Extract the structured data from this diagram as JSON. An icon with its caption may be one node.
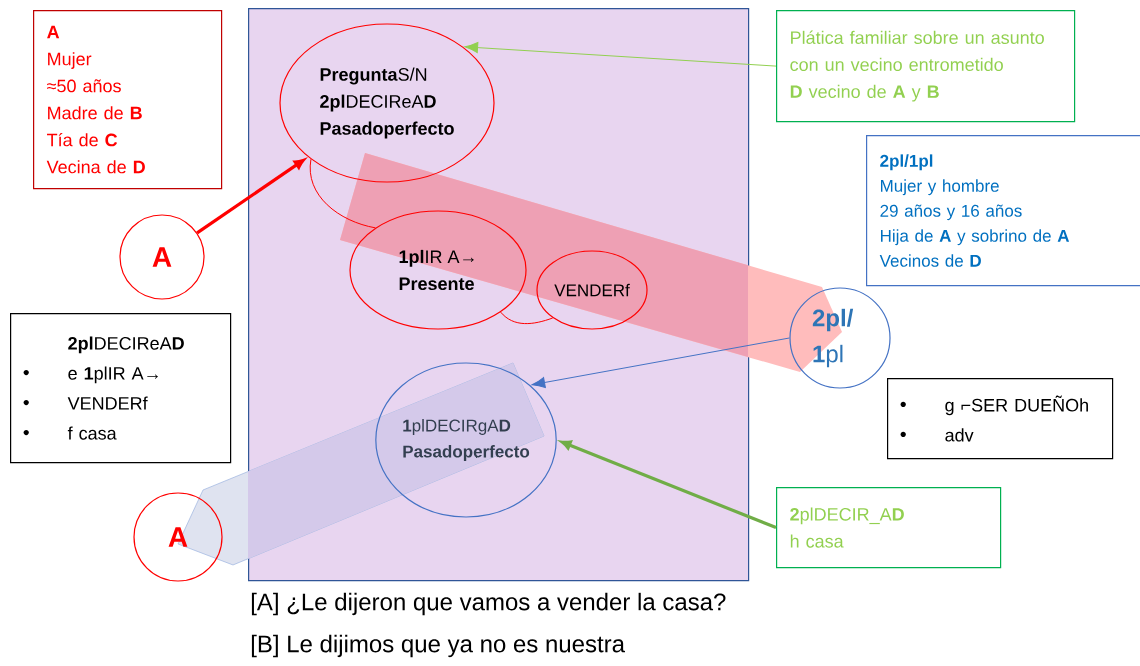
{
  "diagram": {
    "nodes": [
      {
        "text": [
          "A",
          "Mujer",
          "≈50 años",
          "Madre de **B**",
          "Tía de **C**",
          "Vecina de **D**"
        ]
      },
      {
        "text": [
          "A"
        ]
      },
      {
        "text": [],
        "shape": "box"
      },
      {
        "text": [
          "**Pregunta**S/N",
          "**2pl**DECIReA**D**",
          "Pasadoperfecto"
        ],
        "in": 2
      },
      {
        "text": [
          "**1pl**IR A→",
          "Presente"
        ],
        "in": 2
      },
      {
        "text": [
          "VENDERf"
        ],
        "in": 2
      },
      {
        "text": [
          "**1**plDECIRgA**D**",
          "Pasadoperfecto"
        ],
        "in": 2
      },
      {
        "text": [
          "Plática familiar sobre un asunto con un vecino entrometido",
          "**D** vecino de **A** y **B**"
        ]
      },
      {
        "text": [
          "2pl/1pl",
          "Mujer y hombre",
          "29 años y 16 años",
          "Hija de **A** y sobrino de **A**",
          "Vecinos de **D**"
        ]
      },
      {
        "text": [
          "**2pl/** **1**pl"
        ]
      },
      {
        "text": [
          "**2pl**DECIReA**D**",
          "e **1**plIR A→",
          "VENDERf",
          "f casa"
        ]
      },
      {
        "text": [
          "g ⌐SER DUEÑOh",
          "adv"
        ]
      },
      {
        "text": [
          "A"
        ]
      },
      {
        "text": [
          "**2**plDECIR_A**D**",
          "h casa"
        ]
      }
    ],
    "edges": [
      {
        "from": 1,
        "to": 3,
        "arrow": "to",
        "style": "thick",
        "color": "#ff0000"
      },
      {
        "from": 7,
        "to": 3,
        "arrow": "to",
        "color": "#92d050"
      },
      {
        "from": 9,
        "to": 6,
        "arrow": "to",
        "color": "#4472c4"
      },
      {
        "from": 13,
        "to": 6,
        "arrow": "to",
        "style": "thick",
        "color": "#70ad47"
      },
      {
        "from": 3,
        "to": 4,
        "arrow": "none",
        "color": "#ff0000"
      },
      {
        "from": 4,
        "to": 5,
        "arrow": "none",
        "color": "#ff0000"
      }
    ],
    "labels": [
      "[A] ¿Le dijeron que vamos a vender la casa?",
      "[B] Le dijimos que ya no es nuestra"
    ]
  }
}
